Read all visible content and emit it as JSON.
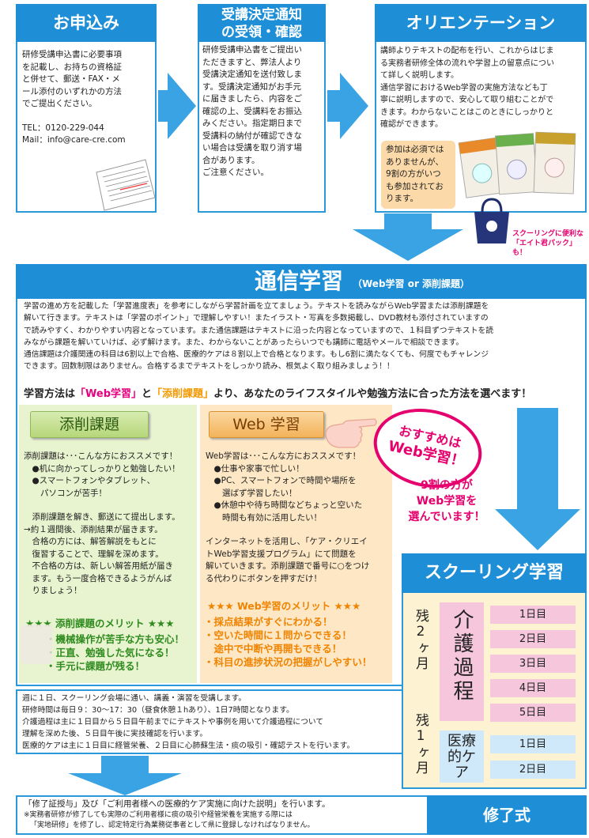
{
  "step1": {
    "title": "お申込み",
    "lines": [
      "研修受講申込書に必要事項",
      "を記載し、お持ちの資格証",
      "と併せて、郵送・FAX・メ",
      "ール添付のいずれかの方法",
      "でご提出ください。"
    ],
    "tel": "TEL：0120-229-044",
    "mail": "Mail：info@care-cre.com"
  },
  "step2": {
    "title_lines": [
      "受講決定通知",
      "の受領・確認"
    ],
    "lines": [
      "研修受講申込書をご提出い",
      "ただきますと、弊法人より",
      "受講決定通知を送付致しま",
      "す。受講決定通知がお手元",
      "に届きましたら、内容をご",
      "確認の上、受講料をお振込",
      "みください。指定期日まで",
      "受講料の納付が確認できな",
      "い場合は受講を取り消す場",
      "合があります。",
      "ご注意ください。"
    ]
  },
  "step3": {
    "title": "オリエンテーション",
    "lines": [
      "講師よりテキストの配布を行い、これからはじま",
      "る実務者研修全体の流れや学習上の留意点につい",
      "て詳しく説明します。",
      "通信学習におけるWeb学習の実施方法なども丁",
      "寧に説明しますので、安心して取り組むことがで",
      "きます。わからないことはこのときにしっかりと",
      "確認ができます。"
    ],
    "note_lines": [
      "参加は必須では",
      "ありませんが、",
      "9割の方がいつ",
      "も参加されてお",
      "ります。"
    ],
    "bag_caption_lines": [
      "スクーリングに便利な",
      "「エイト君パック」も！"
    ]
  },
  "study": {
    "title": "通信学習",
    "subtitle": "（Web学習 or 添削課題）",
    "lines": [
      "学習の進め方を記載した「学習進度表」を参考にしながら学習計画を立てましょう。テキストを読みながらWeb学習または添削課題を",
      "解いて行きます。テキストは「学習のポイント」で理解しやすい！またイラスト・写真を多数掲載し、DVD教材も添付されていますの",
      "で読みやすく、わかりやすい内容となっています。また通信課題はテキストに沿った内容となっていますので、１科目ずつテキストを読",
      "みながら課題を解いていけば、必ず解けます。また、わからないことがあったらいつでも講師に電話やメールで相談できます。",
      "通信課題は介護関連の科目は6割以上で合格、医療的ケアは８割以上で合格となります。もし6割に満たなくても、何度でもチャレンジ",
      "できます。回数制限はありません。合格するまでテキストをしっかり読み、根気よく取り組みましょう！！"
    ],
    "method_pre": "学習方法は",
    "method_web": "「Web学習」",
    "method_and": "と",
    "method_tensaku": "「添削課題」",
    "method_post": "より、あなたのライフスタイルや勉強方法に合った方法を選べます！"
  },
  "tensaku": {
    "label": "添削課題",
    "lines": [
      "添削課題は･･･こんな方におススメです！",
      "　●机に向かってしっかりと勉強したい！",
      "　●スマートフォンやタブレット、",
      "　　パソコンが苦手！",
      "",
      "　添削課題を解き、郵送にて提出します。",
      "→約１週間後、添削結果が届きます。",
      "　合格の方には、解答解説をもとに",
      "　復習することで、理解を深めます。",
      "　不合格の方は、新しい解答用紙が届き",
      "　ます。もう一度合格できるようがんば",
      "　りましょう！"
    ],
    "merit_title": "★★★ 添削課題のメリット ★★★",
    "merits": [
      "・機械操作が苦手な方も安心！",
      "・正直、勉強した気になる！",
      "・手元に課題が残る！"
    ]
  },
  "web": {
    "label": "Web 学習",
    "lines": [
      "Web学習は･･･こんな方におススメです！",
      "　●仕事や家事で忙しい！",
      "　●PC、スマートフォンで時間や場所を",
      "　　選ばず学習したい！",
      "　●休憩中や待ち時間などちょっと空いた",
      "　　時間も有効に活用したい！",
      "",
      "インターネットを活用し、「ケア・クリエイ",
      "トWeb学習支援プログラム」にて問題を",
      "解いていきます。添削課題で番号に○をつけ",
      "る代わりにボタンを押すだけ！"
    ],
    "merit_title": "★★★ Web学習のメリット ★★★",
    "merits": [
      "・採点結果がすぐにわかる！",
      "・空いた時間に１問からできる！",
      "　途中で中断や再開もできる！",
      "・科目の進捗状況の把握がしやすい！"
    ]
  },
  "recommend": {
    "circle_lines": [
      "おすすめは",
      "Web学習！"
    ],
    "stat_lines": [
      "9割の方が",
      "Web学習を",
      "選んでいます！"
    ]
  },
  "schooling": {
    "title": "スクーリング学習",
    "remain_2": "残2ヶ月",
    "remain_1": "残1ヶ月",
    "kaigo": "介護過程",
    "iryo": "医療的ケア",
    "kaigo_days": [
      "1日目",
      "2日目",
      "3日目",
      "4日目",
      "5日目"
    ],
    "iryo_days": [
      "1日目",
      "2日目"
    ],
    "lines": [
      "週に１日、スクーリング会場に通い、講義・演習を受講します。",
      "研修時間は毎日９：30～17：30（昼食休憩１hあり）、1日7時間となります。",
      "介護過程は主に１日目から５日目午前までにテキストや事例を用いて介護過程について",
      "理解を深めた後、５日目午後に実技確認を行います。",
      "医療的ケアは主に１日目に経管栄養、２日目に心肺蘇生法・痰の吸引・確認テストを行います。"
    ]
  },
  "completion": {
    "title": "修了式",
    "main": "「修了証授与」及び「ご利用者様への医療的ケア実施に向けた説明」を行います。",
    "note_lines": [
      "※実務者研修が修了しても実際のご利用者様に痰の吸引や経管栄養を実施する際には",
      "「実地研修」を修了し、認定特定行為業務従事者として県に登録しなければなりません。"
    ]
  },
  "colors": {
    "blue": "#1e8fd6",
    "arrow": "#3aa3e3",
    "green": "#e8f3cf",
    "orange": "#fde7c4",
    "pink": "#f6c6dc",
    "lightblue": "#cfe9fa",
    "red": "#e5006e"
  }
}
